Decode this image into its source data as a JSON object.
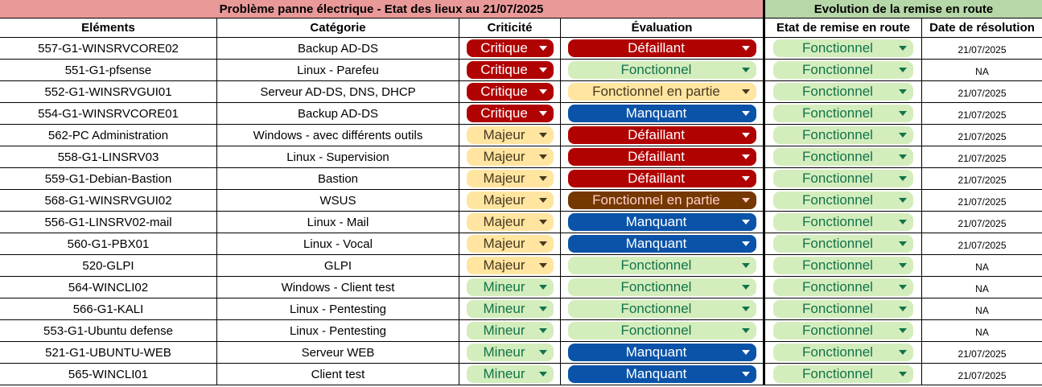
{
  "header": {
    "left_banner": "Problème panne électrique - Etat des lieux au 21/07/2025",
    "right_banner": "Evolution de la remise en route"
  },
  "columns": [
    "Eléments",
    "Catégorie",
    "Criticité",
    "Évaluation",
    "Etat de remise en route",
    "Date de résolution"
  ],
  "chip_styles": {
    "Critique": {
      "bg": "#b10202",
      "fg": "#ffffff"
    },
    "Majeur": {
      "bg": "#ffe5a0",
      "fg": "#473821"
    },
    "Mineur": {
      "bg": "#d4edbc",
      "fg": "#11734b"
    },
    "Défaillant": {
      "bg": "#b10202",
      "fg": "#ffffff"
    },
    "Fonctionnel": {
      "bg": "#d4edbc",
      "fg": "#11734b"
    },
    "Fonctionnel en partie": {
      "bg": "#ffe5a0",
      "fg": "#473821"
    },
    "Fonctionnel en partie (dark)": {
      "bg": "#753800",
      "fg": "#ffcfc9"
    },
    "Manquant": {
      "bg": "#0a53a8",
      "fg": "#ffffff"
    }
  },
  "rows": [
    {
      "element": "557-G1-WINSRVCORE02",
      "category": "Backup AD-DS",
      "criticity": "Critique",
      "evaluation": "Défaillant",
      "status": "Fonctionnel",
      "date": "21/07/2025"
    },
    {
      "element": "551-G1-pfsense",
      "category": "Linux - Parefeu",
      "criticity": "Critique",
      "evaluation": "Fonctionnel",
      "status": "Fonctionnel",
      "date": "NA"
    },
    {
      "element": "552-G1-WINSRVGUI01",
      "category": "Serveur AD-DS, DNS, DHCP",
      "criticity": "Critique",
      "evaluation": "Fonctionnel en partie",
      "status": "Fonctionnel",
      "date": "21/07/2025"
    },
    {
      "element": "554-G1-WINSRVCORE01",
      "category": "Backup AD-DS",
      "criticity": "Critique",
      "evaluation": "Manquant",
      "status": "Fonctionnel",
      "date": "21/07/2025"
    },
    {
      "element": "562-PC Administration",
      "category": "Windows - avec différents outils",
      "criticity": "Majeur",
      "evaluation": "Défaillant",
      "status": "Fonctionnel",
      "date": "21/07/2025"
    },
    {
      "element": "558-G1-LINSRV03",
      "category": "Linux - Supervision",
      "criticity": "Majeur",
      "evaluation": "Défaillant",
      "status": "Fonctionnel",
      "date": "21/07/2025"
    },
    {
      "element": "559-G1-Debian-Bastion",
      "category": "Bastion",
      "criticity": "Majeur",
      "evaluation": "Défaillant",
      "status": "Fonctionnel",
      "date": "21/07/2025"
    },
    {
      "element": "568-G1-WINSRVGUI02",
      "category": "WSUS",
      "criticity": "Majeur",
      "evaluation": "Fonctionnel en partie",
      "evaluation_style": "Fonctionnel en partie (dark)",
      "status": "Fonctionnel",
      "date": "21/07/2025"
    },
    {
      "element": "556-G1-LINSRV02-mail",
      "category": "Linux - Mail",
      "criticity": "Majeur",
      "evaluation": "Manquant",
      "status": "Fonctionnel",
      "date": "21/07/2025"
    },
    {
      "element": "560-G1-PBX01",
      "category": "Linux - Vocal",
      "criticity": "Majeur",
      "evaluation": "Manquant",
      "status": "Fonctionnel",
      "date": "21/07/2025"
    },
    {
      "element": "520-GLPI",
      "category": "GLPI",
      "criticity": "Majeur",
      "evaluation": "Fonctionnel",
      "status": "Fonctionnel",
      "date": "NA"
    },
    {
      "element": "564-WINCLI02",
      "category": "Windows - Client test",
      "criticity": "Mineur",
      "evaluation": "Fonctionnel",
      "status": "Fonctionnel",
      "date": "NA"
    },
    {
      "element": "566-G1-KALI",
      "category": "Linux - Pentesting",
      "criticity": "Mineur",
      "evaluation": "Fonctionnel",
      "status": "Fonctionnel",
      "date": "NA"
    },
    {
      "element": "553-G1-Ubuntu defense",
      "category": "Linux - Pentesting",
      "criticity": "Mineur",
      "evaluation": "Fonctionnel",
      "status": "Fonctionnel",
      "date": "NA"
    },
    {
      "element": "521-G1-UBUNTU-WEB",
      "category": "Serveur WEB",
      "criticity": "Mineur",
      "evaluation": "Manquant",
      "status": "Fonctionnel",
      "date": "21/07/2025"
    },
    {
      "element": "565-WINCLI01",
      "category": "Client test",
      "criticity": "Mineur",
      "evaluation": "Manquant",
      "status": "Fonctionnel",
      "date": "21/07/2025"
    }
  ]
}
